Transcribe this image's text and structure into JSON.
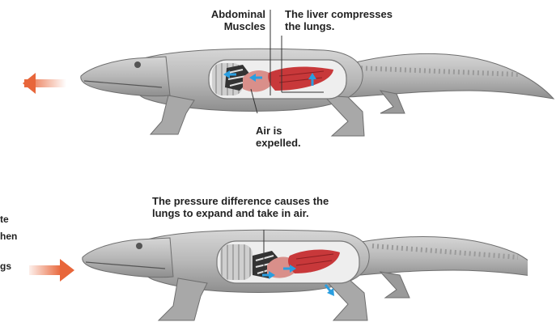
{
  "top_panel": {
    "abdominal_label_line1": "Abdominal",
    "abdominal_label_line2": "Muscles",
    "liver_label_line1": "The liver compresses",
    "liver_label_line2": "the lungs.",
    "air_label_line1": "Air is",
    "air_label_line2": "expelled."
  },
  "bottom_panel": {
    "pressure_label_line1": "The pressure difference causes the",
    "pressure_label_line2": "lungs to expand and take in air."
  },
  "left_cut_text": {
    "line1": "te",
    "line2": "hen",
    "line3": "gs"
  },
  "colors": {
    "arrow_orange": "#e8663a",
    "air_blue": "#2a9ee0",
    "muscle_red": "#c8383a",
    "body_gray": "#bdbdbd"
  }
}
